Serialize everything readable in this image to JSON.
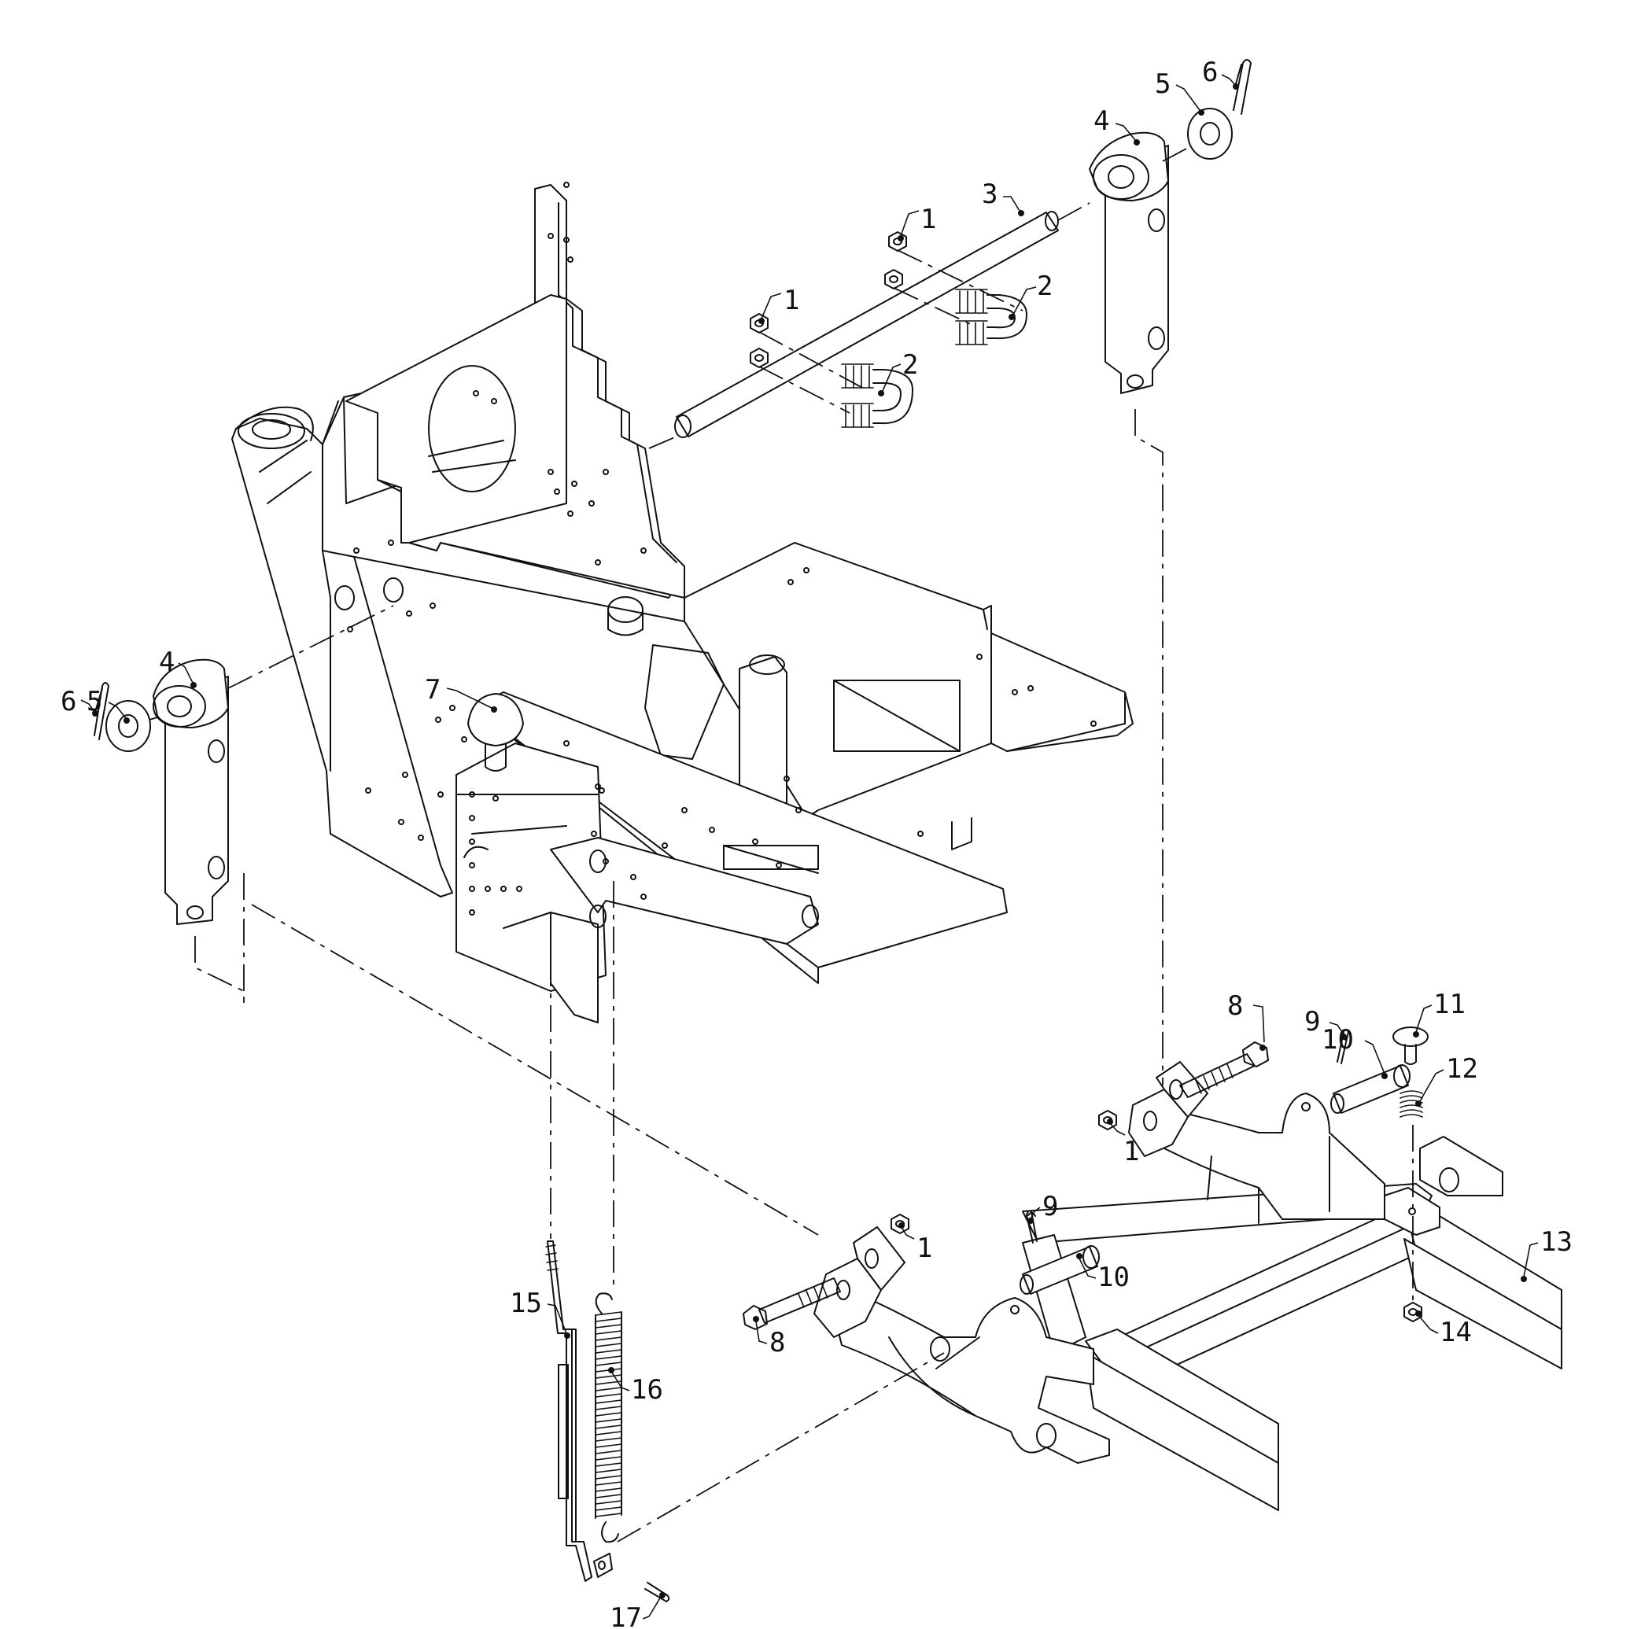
{
  "callouts": [
    {
      "id": "c1a",
      "text": "1"
    },
    {
      "id": "c1b",
      "text": "1"
    },
    {
      "id": "c1c",
      "text": "1"
    },
    {
      "id": "c1d",
      "text": "1"
    },
    {
      "id": "c2a",
      "text": "2"
    },
    {
      "id": "c2b",
      "text": "2"
    },
    {
      "id": "c3",
      "text": "3"
    },
    {
      "id": "c4a",
      "text": "4"
    },
    {
      "id": "c4b",
      "text": "4"
    },
    {
      "id": "c5a",
      "text": "5"
    },
    {
      "id": "c5b",
      "text": "5"
    },
    {
      "id": "c6a",
      "text": "6"
    },
    {
      "id": "c6b",
      "text": "6"
    },
    {
      "id": "c7",
      "text": "7"
    },
    {
      "id": "c8a",
      "text": "8"
    },
    {
      "id": "c8b",
      "text": "8"
    },
    {
      "id": "c9a",
      "text": "9"
    },
    {
      "id": "c9b",
      "text": "9"
    },
    {
      "id": "c10a",
      "text": "10"
    },
    {
      "id": "c10b",
      "text": "10"
    },
    {
      "id": "c11",
      "text": "11"
    },
    {
      "id": "c12",
      "text": "12"
    },
    {
      "id": "c13",
      "text": "13"
    },
    {
      "id": "c14",
      "text": "14"
    },
    {
      "id": "c15",
      "text": "15"
    },
    {
      "id": "c16",
      "text": "16"
    },
    {
      "id": "c17",
      "text": "17"
    }
  ]
}
